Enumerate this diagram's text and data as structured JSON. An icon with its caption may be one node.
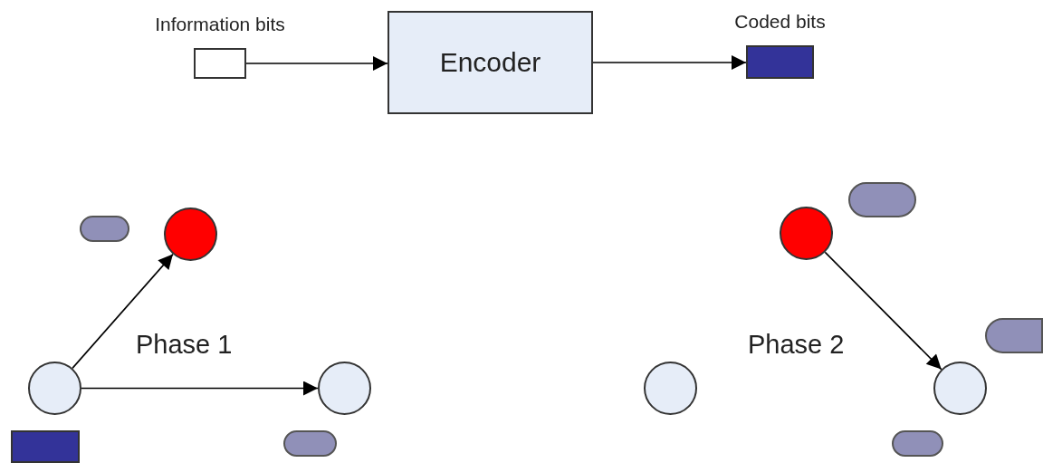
{
  "diagram": {
    "nodes": [
      {
        "text": [
          "Information bits"
        ]
      },
      {
        "text": [
          "Encoder"
        ]
      },
      {
        "text": [
          "Coded bits"
        ]
      },
      {
        "text": [],
        "shape": "circle"
      },
      {
        "text": [],
        "shape": "circle"
      },
      {
        "text": [],
        "shape": "circle"
      },
      {
        "text": [],
        "shape": "circle"
      },
      {
        "text": [],
        "shape": "circle"
      },
      {
        "text": [],
        "shape": "circle"
      },
      {
        "text": [],
        "shape": "bar"
      },
      {
        "text": [],
        "shape": "bar"
      },
      {
        "text": [],
        "shape": "bar"
      },
      {
        "text": [],
        "shape": "bar"
      },
      {
        "text": [],
        "shape": "bar"
      },
      {
        "text": [],
        "shape": "box"
      }
    ],
    "edges": [
      {
        "from": 0,
        "to": 1,
        "arrow": "to"
      },
      {
        "from": 1,
        "to": 2,
        "arrow": "to"
      },
      {
        "from": 3,
        "to": 4,
        "arrow": "to"
      },
      {
        "from": 3,
        "to": 5,
        "arrow": "to"
      },
      {
        "from": 7,
        "to": 8,
        "arrow": "to"
      }
    ],
    "labels": [
      "Phase 1",
      "Phase 2"
    ]
  }
}
